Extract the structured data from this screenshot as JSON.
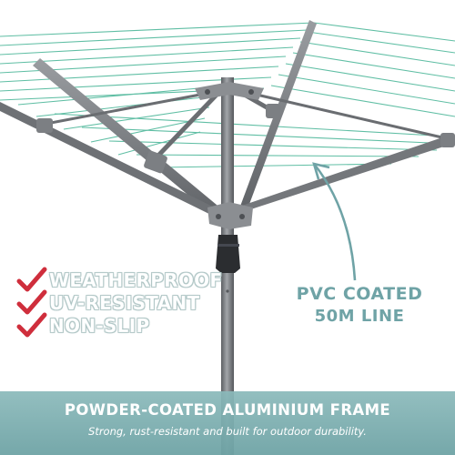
{
  "features": [
    {
      "label": "WEATHERPROOF",
      "icon": "check-icon"
    },
    {
      "label": "UV-RESISTANT",
      "icon": "check-icon"
    },
    {
      "label": "NON-SLIP",
      "icon": "check-icon"
    }
  ],
  "callout": {
    "line1": "PVC COATED",
    "line2": "50M LINE"
  },
  "banner": {
    "title": "POWDER-COATED ALUMINIUM FRAME",
    "subtitle": "Strong, rust-resistant and built for outdoor durability."
  },
  "colors": {
    "line_green": "#4fb89b",
    "frame_grey": "#7e8185",
    "check_red": "#cf2e3c",
    "accent_teal": "#6fa3a6",
    "banner_teal": "#7fb1b3"
  }
}
